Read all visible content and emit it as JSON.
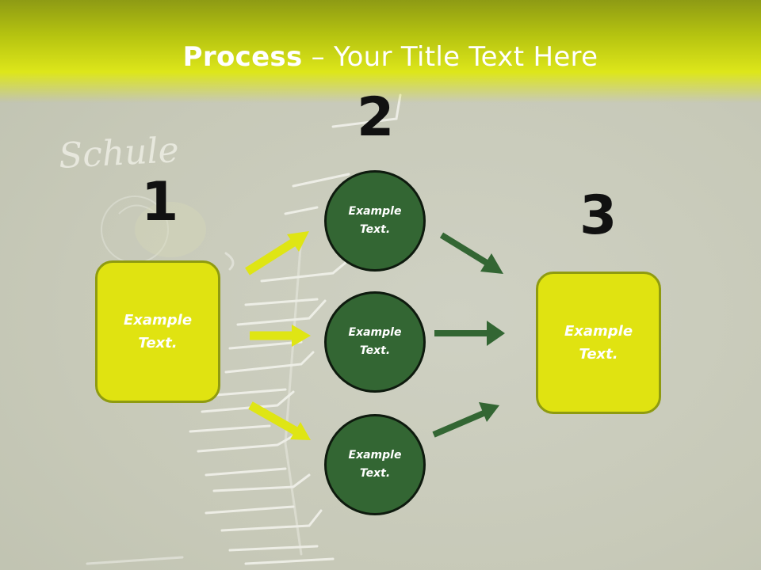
{
  "title": {
    "bold": "Process",
    "rest": " – Your Title Text Here"
  },
  "background": {
    "chalk_text": "Schule"
  },
  "steps": {
    "step1": {
      "number": "1",
      "text": "Example Text."
    },
    "step2": {
      "number": "2"
    },
    "step3": {
      "number": "3",
      "text": "Example Text."
    }
  },
  "circles": [
    {
      "text": "Example Text."
    },
    {
      "text": "Example Text."
    },
    {
      "text": "Example Text."
    }
  ],
  "colors": {
    "header": "#dde61a",
    "box_fill": "#e0e311",
    "circle_fill": "#336633",
    "arrow_yellow": "#dfe514",
    "arrow_green": "#336633"
  }
}
